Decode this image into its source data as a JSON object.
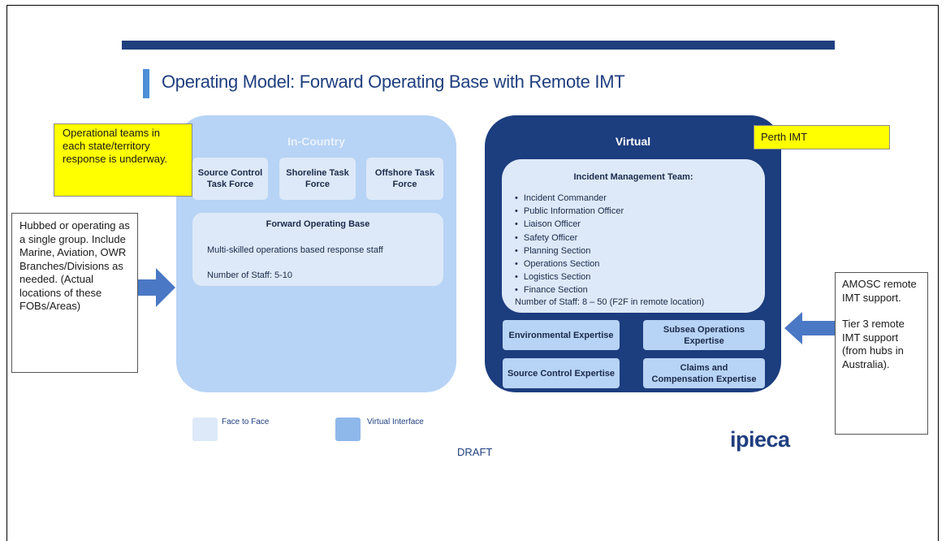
{
  "title": "Operating Model: Forward Operating Base with Remote IMT",
  "in_country": {
    "heading": "In-Country",
    "task_forces": [
      "Source Control Task Force",
      "Shoreline Task Force",
      "Offshore Task Force"
    ],
    "fob": {
      "title": "Forward Operating Base",
      "description": "Multi-skilled operations based response staff",
      "staff": "Number of Staff: 5-10"
    }
  },
  "virtual": {
    "heading": "Virtual",
    "imt": {
      "title": "Incident Management Team:",
      "roles": [
        "Incident Commander",
        "Public Information Officer",
        "Liaison Officer",
        "Safety Officer",
        "Planning Section",
        "Operations Section",
        "Logistics Section",
        "Finance Section"
      ],
      "staff": "Number of Staff: 8 – 50 (F2F in remote location)"
    },
    "expertise": [
      "Environmental Expertise",
      "Subsea Operations Expertise",
      "Source Control Expertise",
      "Claims and Compensation Expertise"
    ]
  },
  "callouts": {
    "operational_teams": "Operational teams in each state/territory response is underway.",
    "perth_imt": "Perth IMT",
    "hubbed": "Hubbed or operating as a single group. Include Marine, Aviation, OWR Branches/Divisions as needed. (Actual locations of these FOBs/Areas)",
    "amosc_1": "AMOSC remote IMT support.",
    "amosc_2": "Tier 3 remote IMT support (from hubs in Australia)."
  },
  "legend": {
    "face_to_face": "Face to Face",
    "virtual_interface": "Virtual Interface"
  },
  "draft_label": "DRAFT",
  "logo_text": "ipieca",
  "colors": {
    "navy": "#1c3d7e",
    "light_blue": "#b7d3f5",
    "pale_blue": "#dde9f8",
    "callout_yellow": "#ffff00",
    "arrow_blue": "#4a78c4",
    "legend_virtual": "#8fb8ea"
  }
}
